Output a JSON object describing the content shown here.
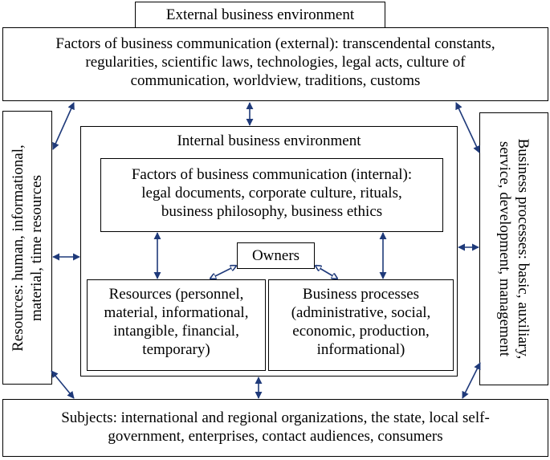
{
  "external_env": {
    "title": "External business environment"
  },
  "external_factors": {
    "lines": [
      "Factors of business communication (external): transcendental constants,",
      "regularities, scientific laws, technologies, legal acts, culture of",
      "communication, worldview, traditions, customs"
    ]
  },
  "resources_side": {
    "lines": [
      "Resources: human, informational,",
      "material, time resources"
    ]
  },
  "processes_side": {
    "lines": [
      "Business processes: basic, auxiliary,",
      "service, development, management"
    ]
  },
  "internal_env": {
    "title": "Internal business environment"
  },
  "internal_factors": {
    "lines": [
      "Factors of business communication (internal):",
      "legal documents, corporate culture, rituals,",
      "business philosophy, business ethics"
    ]
  },
  "owners": {
    "label": "Owners"
  },
  "resources_inner": {
    "lines": [
      "Resources (personnel,",
      "material, informational,",
      "intangible, financial,",
      "temporary)"
    ]
  },
  "processes_inner": {
    "lines": [
      "Business processes",
      "(administrative, social,",
      "economic, production,",
      "informational)"
    ]
  },
  "subjects": {
    "lines": [
      "Subjects: international and regional organizations, the state, local self-",
      "government, enterprises, contact audiences, consumers"
    ]
  },
  "colors": {
    "arrow": "#1f3a7a",
    "border": "#000000"
  }
}
